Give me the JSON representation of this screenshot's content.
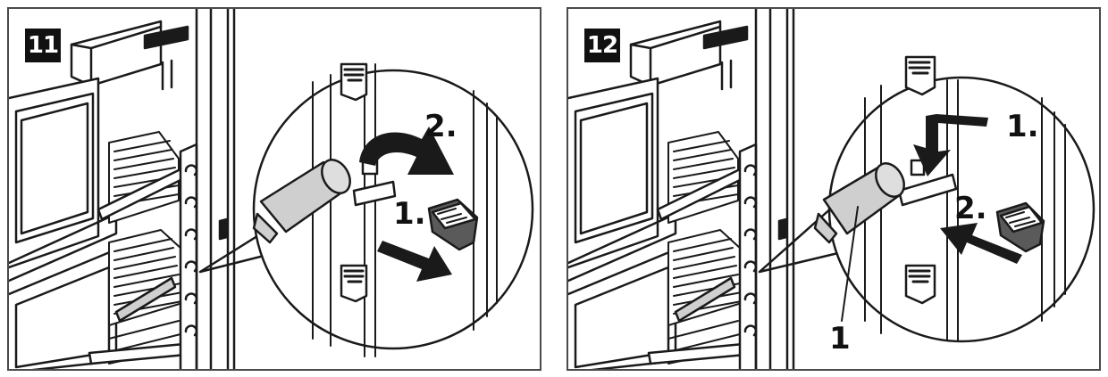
{
  "colors": {
    "line": "#1a1a1a",
    "fill_grey": "#cfcfcf",
    "dark_grey": "#5a5a5a",
    "badge_bg": "#111111"
  },
  "panels": [
    {
      "step": "11",
      "labels": {
        "first": "1.",
        "second": "2."
      }
    },
    {
      "step": "12",
      "labels": {
        "first": "1.",
        "second": "2.",
        "part": "1"
      }
    }
  ]
}
